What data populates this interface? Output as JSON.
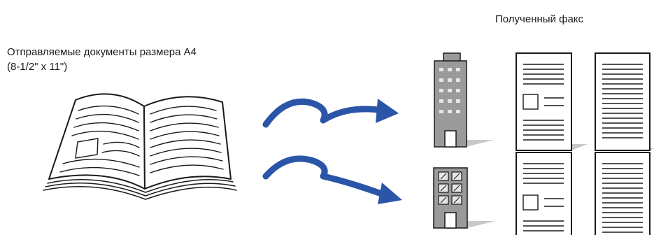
{
  "labels": {
    "received_fax": "Полученный факс",
    "source_line1": "Отправляемые документы размера A4",
    "source_line2": "(8-1/2\" x 11\")"
  },
  "colors": {
    "arrow": "#2a55a8",
    "outline": "#1a1a1a",
    "shadow": "#c8c8c8",
    "building_fill": "#9a9a9a",
    "window": "#e6e6e6"
  },
  "icons": [
    "open-book-icon",
    "arrow-icon",
    "office-building-icon",
    "apartment-building-icon",
    "fax-page-icon"
  ]
}
